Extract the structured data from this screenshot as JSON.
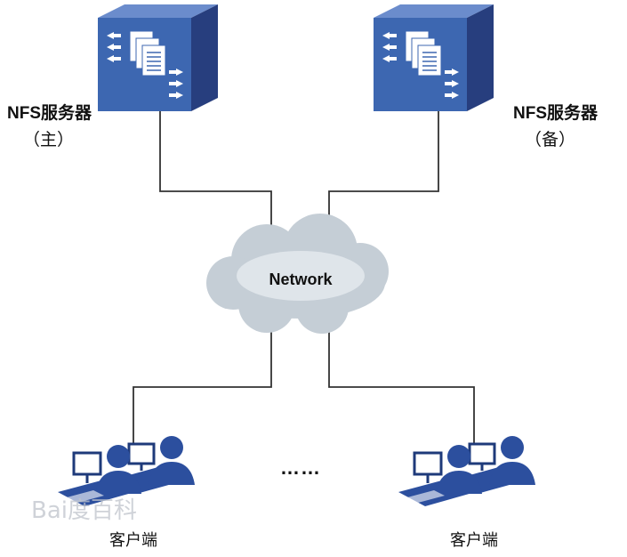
{
  "servers": [
    {
      "label": "NFS服务器",
      "role": "（主）"
    },
    {
      "label": "NFS服务器",
      "role": "（备）"
    }
  ],
  "network": {
    "label": "Network"
  },
  "clients": [
    {
      "label": "客户端"
    },
    {
      "label": "客户端"
    }
  ],
  "ellipsis": "……",
  "watermark": "Bai度百科",
  "colors": {
    "server_front": "#3d67b1",
    "server_side": "#273e7e",
    "server_top": "#6b8ccc",
    "cloud": "#c5ced6",
    "client_figure": "#2c4f9e",
    "line": "#333333"
  }
}
